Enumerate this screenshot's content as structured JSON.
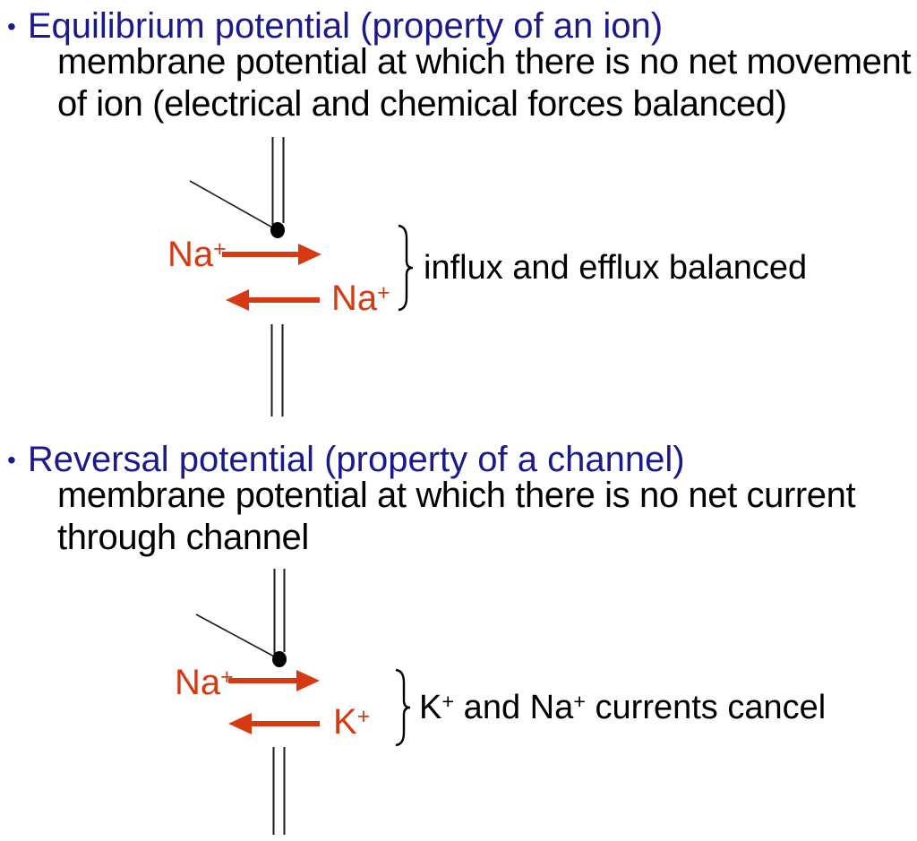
{
  "colors": {
    "heading_blue": "#1a1a8c",
    "ion_red": "#d63a12",
    "ink_black": "#000000"
  },
  "sections": [
    {
      "bullet": "•",
      "heading": "Equilibrium potential (property of an ion)",
      "body_line1": "membrane potential at which there is no net movement",
      "body_line2": "of ion (electrical and chemical forces balanced)",
      "diagram": {
        "influx_ion": {
          "symbol": "Na",
          "charge": "+"
        },
        "efflux_ion": {
          "symbol": "Na",
          "charge": "+"
        },
        "annotation": {
          "text": "influx and efflux balanced"
        }
      }
    },
    {
      "bullet": "•",
      "heading": "Reversal potential (property of a channel)",
      "body_line1": "membrane potential at which there is no net current",
      "body_line2": "through channel",
      "diagram": {
        "influx_ion": {
          "symbol": "Na",
          "charge": "+"
        },
        "efflux_ion": {
          "symbol": "K",
          "charge": "+"
        },
        "annotation": {
          "seg1": "K",
          "sup1": "+",
          "seg2": " and Na",
          "sup2": "+",
          "seg3": " currents cancel"
        }
      }
    }
  ]
}
